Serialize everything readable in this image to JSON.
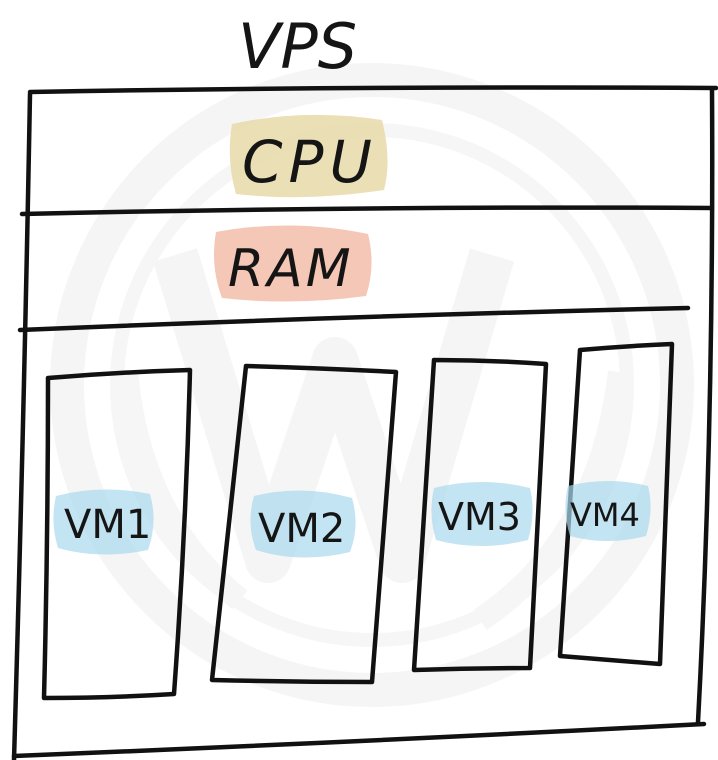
{
  "diagram": {
    "title": "VPS",
    "layers": [
      {
        "label": "CPU",
        "highlight": "#e8d9a8"
      },
      {
        "label": "RAM",
        "highlight": "#f1b9a4"
      }
    ],
    "vms": [
      {
        "label": "VM1",
        "highlight": "#a9d8ec"
      },
      {
        "label": "VM2",
        "highlight": "#a9d8ec"
      },
      {
        "label": "VM3",
        "highlight": "#a9d8ec"
      },
      {
        "label": "VM4",
        "highlight": "#a9d8ec"
      }
    ]
  },
  "watermark": {
    "name": "wordpress-logo",
    "color": "#ececec"
  }
}
